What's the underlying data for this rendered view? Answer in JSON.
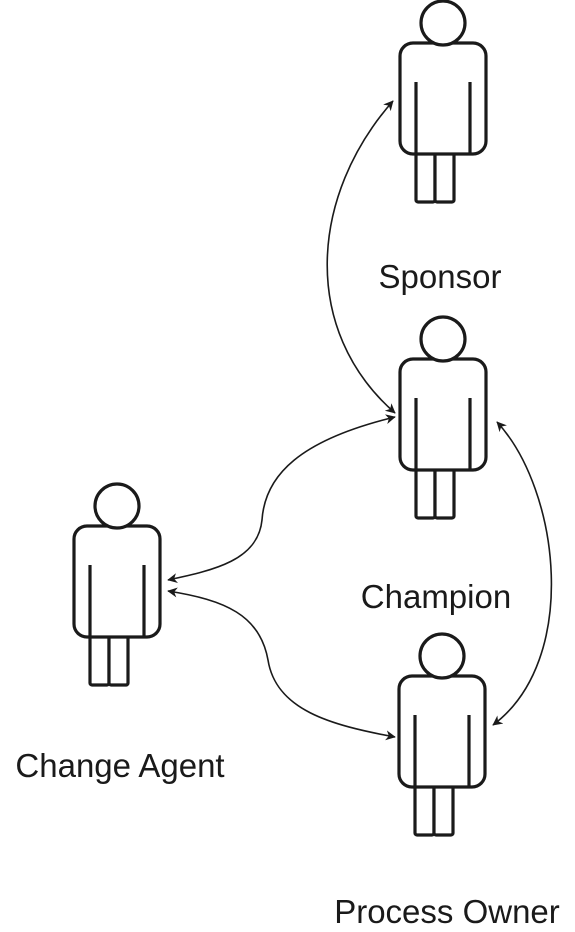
{
  "roles": {
    "sponsor": "Sponsor",
    "champion": "Champion",
    "process_owner": "Process Owner",
    "change_agent": "Change Agent"
  },
  "figure_icon": "person-icon",
  "relationships": [
    {
      "from": "Sponsor",
      "to": "Champion",
      "direction": "both"
    },
    {
      "from": "Champion",
      "to": "Change Agent",
      "direction": "both"
    },
    {
      "from": "Change Agent",
      "to": "Process Owner",
      "direction": "both"
    },
    {
      "from": "Champion",
      "to": "Process Owner",
      "direction": "both"
    }
  ],
  "colors": {
    "stroke": "#1a1a1a",
    "background": "#ffffff"
  }
}
